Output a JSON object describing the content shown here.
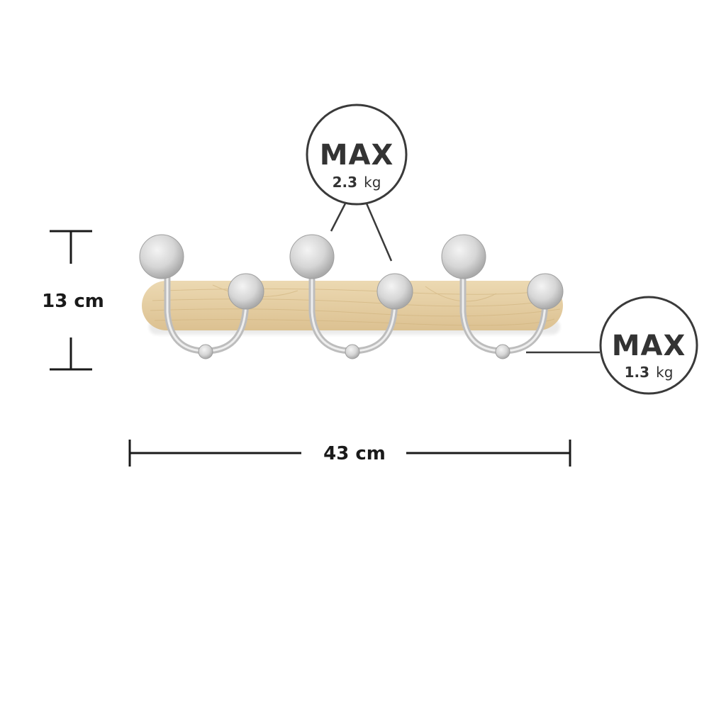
{
  "dimensions": {
    "height_label": "13 cm",
    "width_label": "43 cm"
  },
  "badges": {
    "top": {
      "max_label": "MAX",
      "weight_value": "2.3",
      "weight_unit": "kg"
    },
    "right": {
      "max_label": "MAX",
      "weight_value": "1.3",
      "weight_unit": "kg"
    }
  },
  "product": {
    "name": "coat-rack",
    "hook_count": 3,
    "colors": {
      "wood": "#e8d3a8",
      "wood_grain": "#d9bf8c",
      "metal": "#cfcfcf",
      "line": "#1a1a1a",
      "badge_stroke": "#3a3a3a"
    }
  }
}
